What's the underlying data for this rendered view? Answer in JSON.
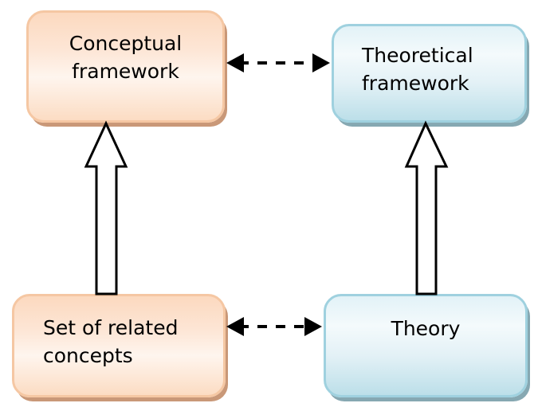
{
  "diagram": {
    "nodes": [
      {
        "id": "conceptual-framework",
        "lines": [
          "Conceptual",
          "framework"
        ],
        "color": "#fcd9bf",
        "border": "#f5c7a3"
      },
      {
        "id": "theoretical-framework",
        "lines": [
          "Theoretical",
          "framework"
        ],
        "color": "#e2f2f7",
        "border": "#9fd1df"
      },
      {
        "id": "set-of-related-concepts",
        "lines": [
          "Set of related",
          "concepts"
        ],
        "color": "#fcd9bf",
        "border": "#f5c7a3"
      },
      {
        "id": "theory",
        "lines": [
          "Theory"
        ],
        "color": "#e2f2f7",
        "border": "#9fd1df"
      }
    ],
    "edges": [
      {
        "from": "set-of-related-concepts",
        "to": "conceptual-framework",
        "style": "block-arrow"
      },
      {
        "from": "theory",
        "to": "theoretical-framework",
        "style": "block-arrow"
      },
      {
        "from": "conceptual-framework",
        "to": "theoretical-framework",
        "style": "dashed-bidirectional"
      },
      {
        "from": "set-of-related-concepts",
        "to": "theory",
        "style": "dashed-bidirectional"
      }
    ]
  }
}
